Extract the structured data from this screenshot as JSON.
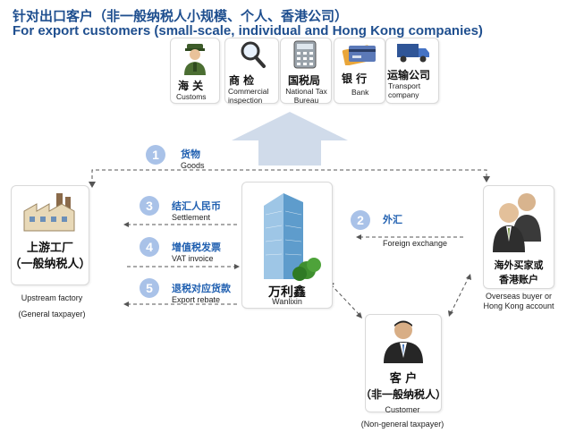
{
  "title": {
    "cn": "针对出口客户（非一般纳税人小规模、个人、香港公司）",
    "en": "For export customers (small-scale, individual and Hong Kong companies)"
  },
  "agencies": [
    {
      "cn": "海 关",
      "en": "Customs",
      "icon": "customs-officer-icon"
    },
    {
      "cn": "商 检",
      "en": "Commercial inspection",
      "icon": "magnifier-icon"
    },
    {
      "cn": "国税局",
      "en": "National Tax Bureau",
      "icon": "calculator-icon"
    },
    {
      "cn": "银 行",
      "en": "Bank",
      "icon": "bank-card-icon"
    },
    {
      "cn": "运输公司",
      "en": "Transport company",
      "icon": "truck-icon"
    }
  ],
  "flows": [
    {
      "num": "1",
      "cn": "货物",
      "en": "Goods"
    },
    {
      "num": "2",
      "cn": "外汇",
      "en": "Foreign exchange"
    },
    {
      "num": "3",
      "cn": "结汇人民币",
      "en": "Settlement"
    },
    {
      "num": "4",
      "cn": "增值税发票",
      "en": "VAT invoice"
    },
    {
      "num": "5",
      "cn": "退税对应货款",
      "en": "Export rebate"
    }
  ],
  "parties": {
    "factory": {
      "cn1": "上游工厂",
      "cn2": "（一般纳税人）",
      "en1": "Upstream factory",
      "en2": "(General taxpayer)",
      "icon": "factory-icon"
    },
    "wanlixin": {
      "cn": "万利鑫",
      "en": "Wanlixin",
      "icon": "office-building-icon"
    },
    "buyer": {
      "cn1": "海外买家或",
      "cn2": "香港账户",
      "en1": "Overseas buyer or",
      "en2": "Hong Kong account",
      "icon": "business-people-icon"
    },
    "customer": {
      "cn1": "客 户",
      "cn2": "（非一般纳税人）",
      "en1": "Customer",
      "en2": "(Non-general taxpayer)",
      "icon": "businessman-icon"
    }
  },
  "colors": {
    "accent": "#1f5fb0",
    "title": "#1f4f8f",
    "number_circle": "#a9c2e8",
    "big_arrow": "#d0dbea"
  }
}
